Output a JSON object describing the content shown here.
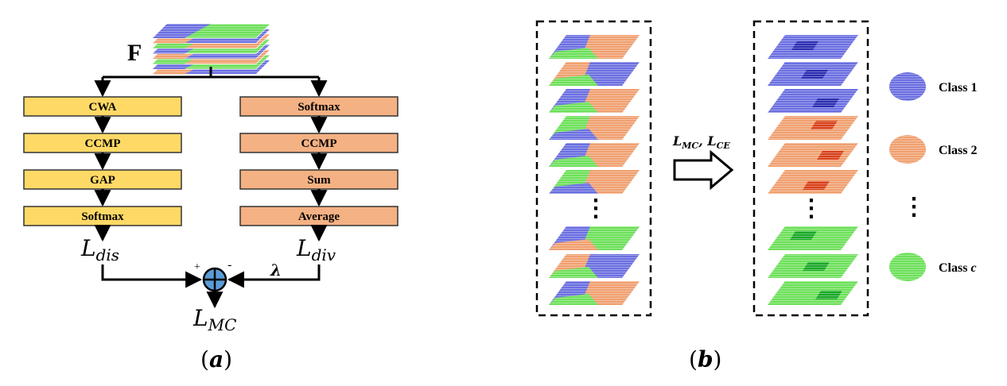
{
  "panel_a": {
    "feature_label": "F",
    "left_branch": [
      "CWA",
      "CCMP",
      "GAP",
      "Softmax"
    ],
    "right_branch": [
      "Softmax",
      "CCMP",
      "Sum",
      "Average"
    ],
    "loss_dis": {
      "base": "L",
      "sub": "dis"
    },
    "loss_div": {
      "base": "L",
      "sub": "div"
    },
    "loss_mc": {
      "base": "L",
      "sub": "MC"
    },
    "lambda": "λ",
    "plus": "+",
    "minus": "-",
    "caption": "(a)",
    "colors": {
      "yellow": "#ffd966",
      "salmon": "#f4b183",
      "sum_node": "#5b9bd5"
    }
  },
  "panel_b": {
    "arrow_label": {
      "l1": "L",
      "s1": "MC",
      "sep": ", ",
      "l2": "L",
      "s2": "CE"
    },
    "legend": [
      {
        "label": "Class 1",
        "color": "#6b6fe0"
      },
      {
        "label": "Class 2",
        "color": "#f0a070"
      },
      {
        "label": "Class ",
        "italic": "c",
        "color": "#6de05a"
      }
    ],
    "vertical_ellipsis": "⋮",
    "caption": "(b)",
    "colors": {
      "blue": "#6b6fe0",
      "orange": "#f0a070",
      "green": "#6de05a",
      "dark_blue": "#2a2db0",
      "dark_orange": "#d8401a",
      "dark_green": "#1aa828"
    }
  }
}
